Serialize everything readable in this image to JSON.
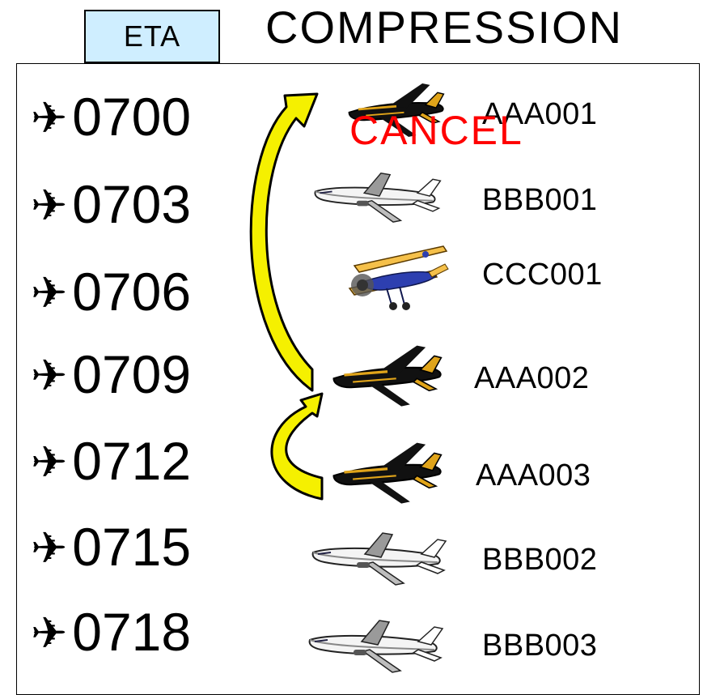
{
  "title": "COMPRESSION",
  "eta_header": "ETA",
  "cancel_label": "CANCEL",
  "eta_arrow_glyph": "✈",
  "etas": [
    "0700",
    "0703",
    "0706",
    "0709",
    "0712",
    "0715",
    "0718"
  ],
  "flights": [
    {
      "callsign": "AAA001",
      "icon": "black-jet-icon"
    },
    {
      "callsign": "BBB001",
      "icon": "white-airliner-icon"
    },
    {
      "callsign": "CCC001",
      "icon": "biplane-icon"
    },
    {
      "callsign": "AAA002",
      "icon": "black-jet-icon"
    },
    {
      "callsign": "AAA003",
      "icon": "black-jet-icon"
    },
    {
      "callsign": "BBB002",
      "icon": "white-airliner-icon"
    },
    {
      "callsign": "BBB003",
      "icon": "white-airliner-icon"
    }
  ],
  "colors": {
    "eta_tab_fill": "#cfeeff",
    "arrow_fill": "#f5f000",
    "cancel_text": "#ff0000"
  }
}
